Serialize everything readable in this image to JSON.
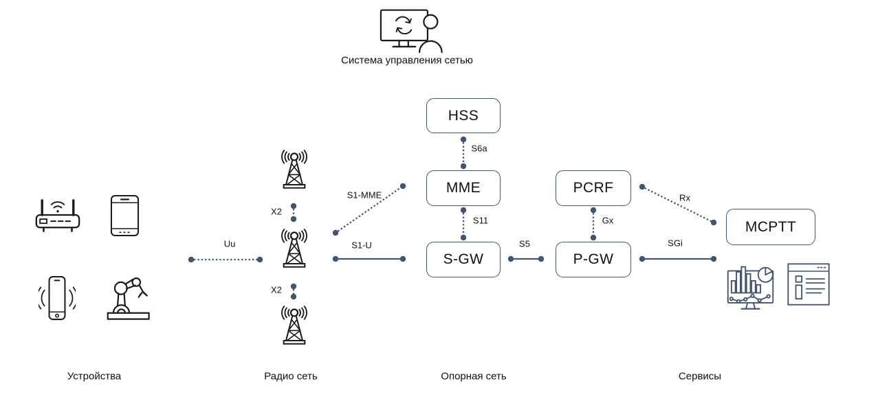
{
  "colors": {
    "accent": "#44546A",
    "device_icon": "#1a1a1a",
    "service_icon": "#44546A",
    "text": "#1a1a1a",
    "background": "#ffffff"
  },
  "management": {
    "label": "Система управления сетью"
  },
  "nodes": {
    "hss": {
      "label": "HSS"
    },
    "mme": {
      "label": "MME"
    },
    "sgw": {
      "label": "S-GW"
    },
    "pcrf": {
      "label": "PCRF"
    },
    "pgw": {
      "label": "P-GW"
    },
    "mcptt": {
      "label": "MCPTT"
    }
  },
  "interfaces": {
    "uu": {
      "label": "Uu",
      "style": "dotted"
    },
    "x2_top": {
      "label": "X2",
      "style": "dotted"
    },
    "x2_bottom": {
      "label": "X2",
      "style": "dotted"
    },
    "s1mme": {
      "label": "S1-MME",
      "style": "dotted"
    },
    "s1u": {
      "label": "S1-U",
      "style": "solid"
    },
    "s6a": {
      "label": "S6a",
      "style": "dotted"
    },
    "s11": {
      "label": "S11",
      "style": "dotted"
    },
    "s5": {
      "label": "S5",
      "style": "solid"
    },
    "gx": {
      "label": "Gx",
      "style": "dotted"
    },
    "rx": {
      "label": "Rx",
      "style": "dotted"
    },
    "sgi": {
      "label": "SGi",
      "style": "solid"
    }
  },
  "sections": {
    "devices": {
      "label": "Устройства"
    },
    "radio": {
      "label": "Радио сеть"
    },
    "core": {
      "label": "Опорная сеть"
    },
    "services": {
      "label": "Сервисы"
    }
  },
  "icons": {
    "management": "network-management-icon",
    "router": "wifi-router-icon",
    "tablet": "tablet-icon",
    "phone": "smartphone-icon",
    "robot": "robot-arm-icon",
    "tower": "cell-tower-icon",
    "dashboard": "analytics-dashboard-icon",
    "infodoc": "info-service-icon"
  }
}
